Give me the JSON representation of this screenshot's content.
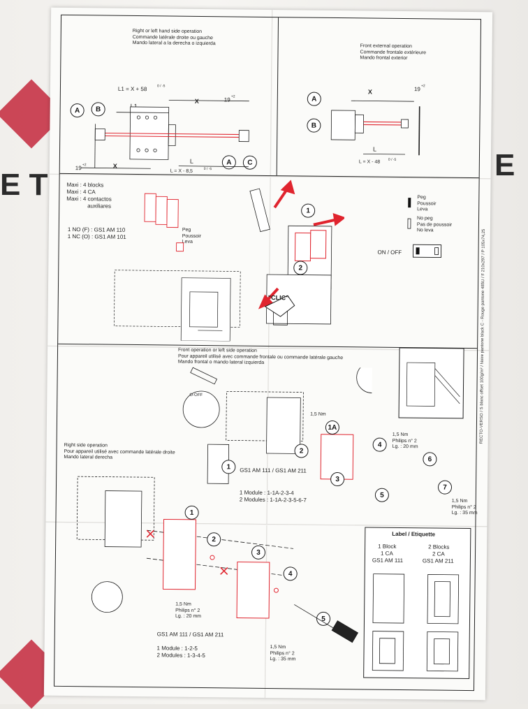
{
  "header": {
    "right_left_op": [
      "Right or left hand side operation",
      "Commande latérale droite ou gauche",
      "Mando lateral a la derecha o izquierda"
    ],
    "front_op": [
      "Front external operation",
      "Commande frontale extérieure",
      "Mando frontal exterior"
    ]
  },
  "dims": {
    "l1_formula": "L1 = X + 58",
    "l1_tol": "0 / -5",
    "l1": "L1",
    "x": "X",
    "nineteen": "19",
    "tol_plus2": "+2",
    "l_formula_left": "L = X - 8,5",
    "l_formula_right": "L = X - 48",
    "l_tol": "0 / -5",
    "l": "L",
    "a": "A",
    "b": "B",
    "c": "C"
  },
  "aux": {
    "maxi": [
      "Maxi : 4 blocks",
      "Maxi : 4 CA",
      "Maxi : 4 contactos",
      "auxiliares"
    ],
    "no_ref": "1 NO (F) : GS1 AM 110",
    "nc_ref": "1 NC (O) : GS1 AM 101",
    "peg_labels": [
      "Peg",
      "Poussoir",
      "Leva"
    ],
    "clic": "\"CLIC\"",
    "step1": "1",
    "step2": "2"
  },
  "legend": {
    "peg": [
      "Peg",
      "Poussoir",
      "Leva"
    ],
    "no_peg": [
      "No peg",
      "Pas de poussoir",
      "No leva"
    ],
    "on_off": "ON / OFF"
  },
  "front_section": {
    "title": [
      "Front operation or left side operation",
      "Pour appareil utilisé avec commande frontale ou commande latérale gauche",
      "Mando frontal o mando lateral izquierda"
    ],
    "o_off": "O-OFF",
    "torque": "1,5 Nm",
    "philips2": "Philips n° 2",
    "lg20": "Lg. : 20 mm",
    "lg35": "Lg. : 35 mm",
    "model": "GS1 AM 111 / GS1 AM 211",
    "module1": "1 Module : 1-1A-2-3-4",
    "module2": "2 Modules : 1-1A-2-3-5-6-7",
    "steps": [
      "1",
      "1A",
      "2",
      "3",
      "4",
      "5",
      "6",
      "7"
    ]
  },
  "right_section": {
    "title": [
      "Right side operation",
      "Pour appareil utilisé avec commande latérale droite",
      "Mando lateral derecha"
    ],
    "torque": "1,5 Nm",
    "philips2": "Philips n° 2",
    "lg20": "Lg. : 20 mm",
    "lg35": "Lg. : 35 mm",
    "model": "GS1 AM 111 / GS1 AM 211",
    "module1": "1 Module : 1-2-5",
    "module2": "2 Modules : 1-3-4-5",
    "steps": [
      "1",
      "2",
      "3",
      "4",
      "5"
    ]
  },
  "label_box": {
    "title": "Label / Etiquette",
    "col1": [
      "1 Block",
      "1 CA",
      "GS1 AM 111"
    ],
    "col2": [
      "2 Blocks",
      "2 CA",
      "GS1 AM 211"
    ]
  },
  "side_print": "RECTO-VERSO / S blanc offset 100g/m² / Noire pantone black C - Rouge pantone 485U / F 210x297 / P 105x74,25",
  "colors": {
    "accent_red": "#e0242e",
    "line": "#1d1d1d",
    "paper": "#fbfbf9"
  }
}
